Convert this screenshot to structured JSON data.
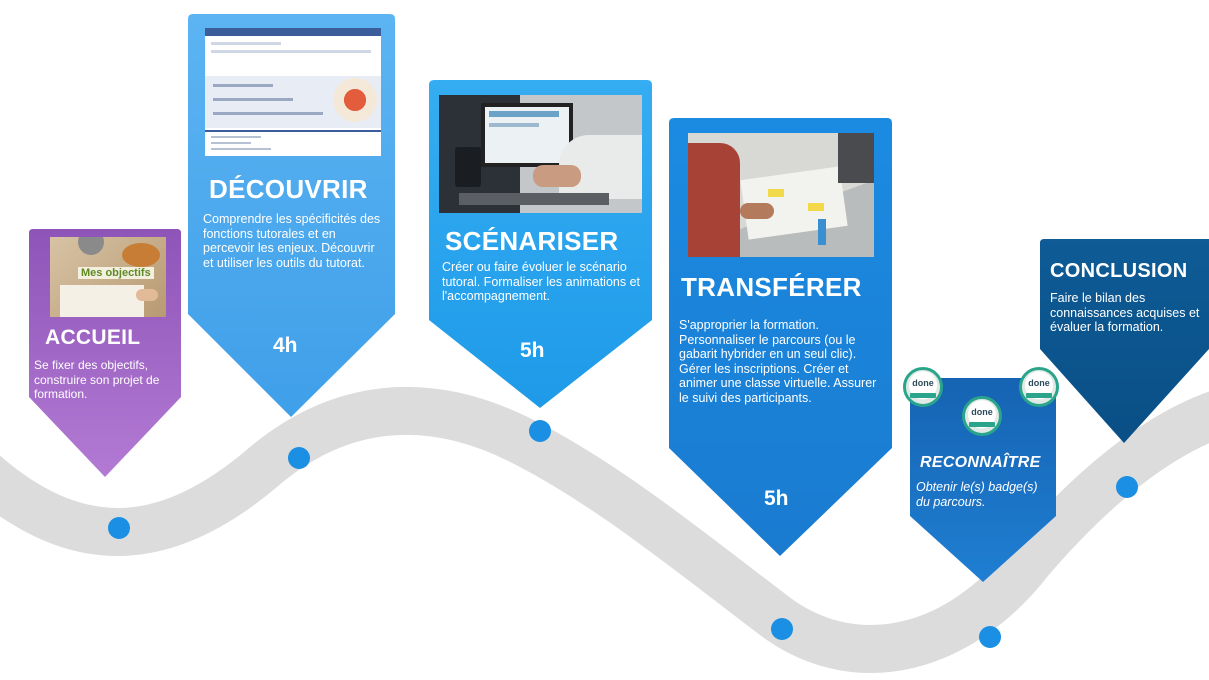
{
  "steps": {
    "accueil": {
      "photo_text": "Mes objectifs",
      "title": "ACCUEIL",
      "desc": "Se fixer des objectifs, construire son projet de formation.",
      "color": "#a463c9"
    },
    "decouvrir": {
      "title": "DÉCOUVRIR",
      "desc": "Comprendre les spécificités des fonctions tutorales et en percevoir les enjeux. Découvrir et utiliser les outils du tutorat.",
      "hours": "4h",
      "color": "#4ea9ef"
    },
    "scenariser": {
      "title": "SCÉNARISER",
      "desc": "Créer ou faire évoluer le scénario tutoral. Formaliser les animations et l'accompagnement.",
      "hours": "5h",
      "color": "#29a3ee"
    },
    "transferer": {
      "title": "TRANSFÉRER",
      "desc": "S'approprier la formation. Personnaliser le parcours (ou le gabarit hybrider en un seul clic). Gérer les inscriptions. Créer et animer une classe virtuelle. Assurer le suivi des participants.",
      "hours": "5h",
      "color": "#1d86d9"
    },
    "reconnaitre": {
      "title": "RECONNAÎTRE",
      "desc": "Obtenir le(s) badge(s) du parcours.",
      "badge_text": "done",
      "color": "#1670c3"
    },
    "conclusion": {
      "title": "CONCLUSION",
      "desc": "Faire le bilan des connaissances acquises et évaluer la formation.",
      "color": "#0d5d96"
    }
  },
  "path": {
    "road_color": "#dcdcdc",
    "dot_color": "#1a8fe3"
  }
}
